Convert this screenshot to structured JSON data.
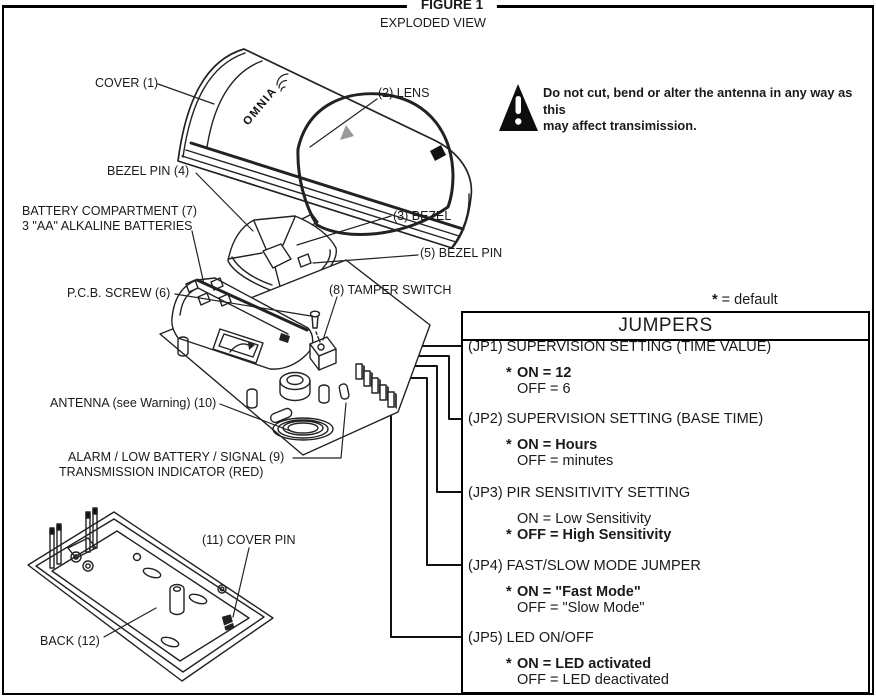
{
  "figure": {
    "title": "FIGURE 1",
    "subtitle": "EXPLODED VIEW"
  },
  "device_logo": "OMNIA",
  "warning": {
    "icon": "warning-triangle-icon",
    "line1": "Do not cut, bend or alter the antenna in any way as this",
    "line2": "may  affect  transimission."
  },
  "part_labels": [
    {
      "id": "cover",
      "text": "COVER (1)"
    },
    {
      "id": "lens",
      "text": "(2) LENS"
    },
    {
      "id": "bezel-pin-4",
      "text": "BEZEL PIN (4)"
    },
    {
      "id": "battery-compartment",
      "text": "BATTERY COMPARTMENT (7)",
      "text2": "3 \"AA\" ALKALINE BATTERIES"
    },
    {
      "id": "bezel",
      "text": "(3) BEZEL"
    },
    {
      "id": "bezel-pin-5",
      "text": "(5) BEZEL PIN"
    },
    {
      "id": "pcb-screw",
      "text": "P.C.B. SCREW (6)"
    },
    {
      "id": "tamper-switch",
      "text": "(8) TAMPER SWITCH"
    },
    {
      "id": "antenna",
      "text": "ANTENNA (see Warning) (10)"
    },
    {
      "id": "alarm-indicator",
      "text": "ALARM / LOW BATTERY / SIGNAL (9)",
      "text2": "TRANSMISSION INDICATOR (RED)"
    },
    {
      "id": "cover-pin",
      "text": "(11) COVER PIN"
    },
    {
      "id": "back",
      "text": "BACK (12)"
    }
  ],
  "jumpers": {
    "header": "JUMPERS",
    "default_legend": {
      "star": "*",
      "text": "= default"
    },
    "items": [
      {
        "title": "(JP1) SUPERVISION SETTING (TIME VALUE)",
        "options": [
          {
            "star": "*",
            "text": "ON = 12",
            "default": true
          },
          {
            "star": "",
            "text": "OFF = 6",
            "default": false
          }
        ]
      },
      {
        "title": "(JP2) SUPERVISION SETTING (BASE TIME)",
        "options": [
          {
            "star": "*",
            "text": "ON = Hours",
            "default": true
          },
          {
            "star": "",
            "text": "OFF = minutes",
            "default": false
          }
        ]
      },
      {
        "title": "(JP3) PIR SENSITIVITY SETTING",
        "options": [
          {
            "star": "",
            "text": "ON = Low Sensitivity",
            "default": false
          },
          {
            "star": "*",
            "text": "OFF = High Sensitivity",
            "default": true
          }
        ]
      },
      {
        "title": "(JP4) FAST/SLOW MODE JUMPER",
        "options": [
          {
            "star": "*",
            "text": "ON = \"Fast Mode\"",
            "default": true
          },
          {
            "star": "",
            "text": "OFF = \"Slow Mode\"",
            "default": false
          }
        ]
      },
      {
        "title": "(JP5) LED ON/OFF",
        "options": [
          {
            "star": "*",
            "text": "ON = LED activated",
            "default": true
          },
          {
            "star": "",
            "text": "OFF = LED deactivated",
            "default": false
          }
        ]
      }
    ]
  },
  "colors": {
    "line": "#1a1a1a",
    "accent_gray": "#999999",
    "background": "#ffffff"
  }
}
